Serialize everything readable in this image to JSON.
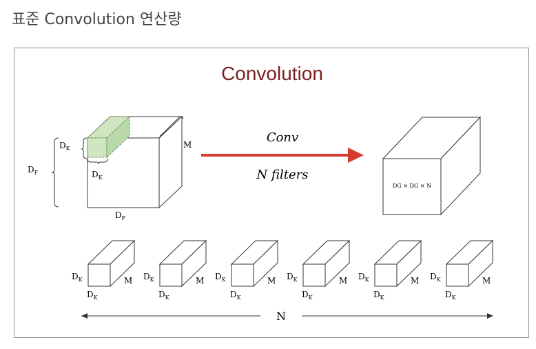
{
  "page": {
    "heading": "표준 Convolution 연산량"
  },
  "diagram": {
    "title": "Convolution",
    "colors": {
      "title": "#7a1f1f",
      "arrow": "#d93a2b",
      "kernel_fill": "#cfe6c0",
      "stroke": "#333333"
    },
    "input": {
      "height_label": "D",
      "height_sub": "F",
      "width_label": "D",
      "width_sub": "F",
      "depth_label": "M",
      "kernel_h_label": "D",
      "kernel_h_sub": "K",
      "kernel_w_label": "D",
      "kernel_w_sub": "K"
    },
    "arrow": {
      "top_label": "Conv",
      "bottom_label": "N filters"
    },
    "output": {
      "label": "Dᴳ × Dᴳ × N",
      "label_text": "D",
      "label_sub": "G",
      "label_full": "DG × DG × N"
    },
    "filters": {
      "items": [
        {
          "h": "D",
          "h_sub": "K",
          "w": "D",
          "w_sub": "K",
          "d": "M"
        },
        {
          "h": "D",
          "h_sub": "K",
          "w": "D",
          "w_sub": "K",
          "d": "M"
        },
        {
          "h": "D",
          "h_sub": "K",
          "w": "D",
          "w_sub": "K",
          "d": "M"
        },
        {
          "h": "D",
          "h_sub": "K",
          "w": "D",
          "w_sub": "K",
          "d": "M"
        },
        {
          "h": "D",
          "h_sub": "K",
          "w": "D",
          "w_sub": "K",
          "d": "M"
        },
        {
          "h": "D",
          "h_sub": "K",
          "w": "D",
          "w_sub": "K",
          "d": "M"
        }
      ],
      "count_label": "N"
    }
  }
}
